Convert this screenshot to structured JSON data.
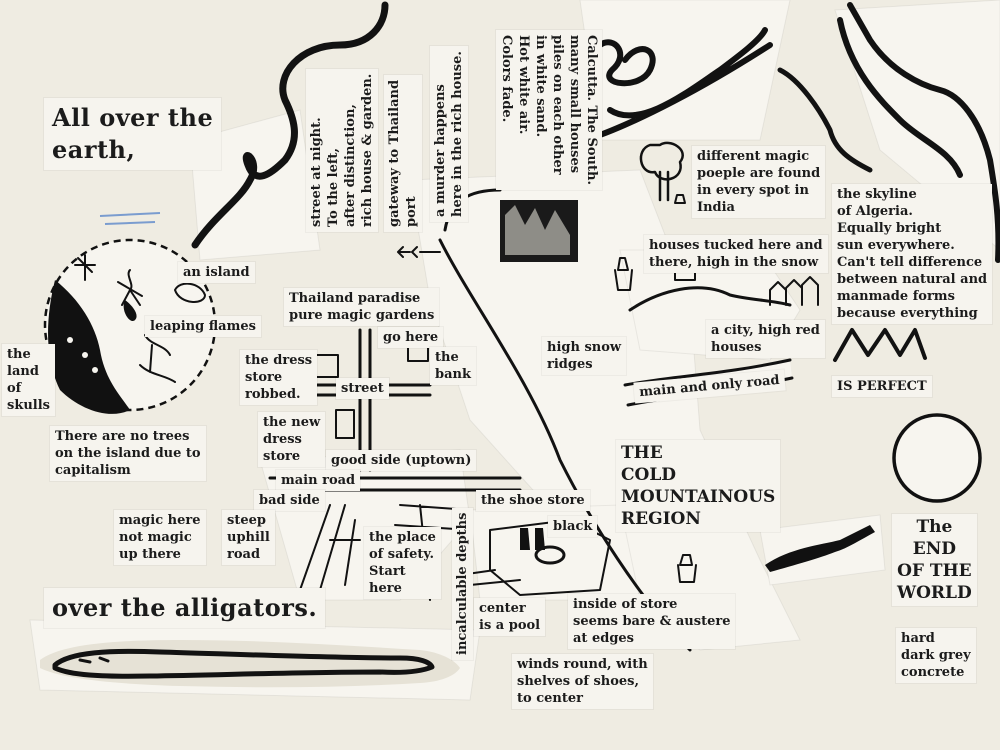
{
  "labels": {
    "all_over": "All over the\nearth,",
    "an_island": "an island",
    "leaping_flames": "leaping flames",
    "land_of_skulls": "the\nland\nof\nskulls",
    "no_trees": "There are no trees\non the island due to\ncapitalism",
    "street_night": "street at night.\nTo the left,\nafter distinction,\nrich house & garden.",
    "gateway": "gateway to Thailand\nport",
    "murder": "a murder happens\nhere in the rich house.",
    "calcutta": "Calcutta. The South.\nmany small houses\npiles on each other\nin white sand.\nHot white air.\nColors fade.",
    "magic_poeple": "different magic\npoeple are found\nin every spot in\nIndia",
    "skyline_algeria": "the skyline\nof Algeria.\nEqually bright\nsun everywhere.\nCan't tell difference\nbetween natural and\nmanmade forms\nbecause everything",
    "houses_tucked": "houses tucked here and\nthere, high in the snow",
    "thailand_paradise": "Thailand paradise\npure magic gardens",
    "go_here": "go here",
    "the_bank": "the\nbank",
    "dress_robbed": "the dress\nstore\nrobbed.",
    "street": "street",
    "new_dress": "the new\ndress\nstore",
    "good_side": "good side (uptown)",
    "main_road": "main road",
    "bad_side": "bad side",
    "magic_here": "magic here\nnot magic\nup there",
    "steep": "steep\nuphill\nroad",
    "place_safety": "the place\nof safety.\nStart\nhere",
    "alligators": "over the alligators.",
    "depths": "incalculable depths",
    "shoe_store": "the shoe store",
    "black": "black",
    "center_pool": "center\nis a pool",
    "inside_store": "inside of store\nseems bare & austere\nat edges",
    "winds_round": "winds round, with\nshelves of shoes,\nto center",
    "high_snow": "high snow\nridges",
    "city_red": "a city, high red\nhouses",
    "main_only_road": "main and only road",
    "is_perfect": "IS PERFECT",
    "cold_region": "THE\nCOLD\nMOUNTAINOUS\nREGION",
    "end_world": "The\nEND\nOF THE\nWORLD",
    "concrete": "hard\ndark grey\nconcrete"
  }
}
